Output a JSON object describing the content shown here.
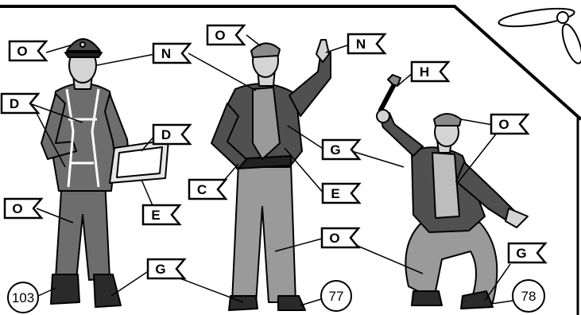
{
  "callouts": [
    {
      "id": "o-pilot-cap",
      "letter": "O"
    },
    {
      "id": "n-pilot",
      "letter": "N"
    },
    {
      "id": "d-pilot-harness",
      "letter": "D"
    },
    {
      "id": "d-clipboard",
      "letter": "D"
    },
    {
      "id": "o-pilot-suit",
      "letter": "O"
    },
    {
      "id": "e-clipboard",
      "letter": "E"
    },
    {
      "id": "g-pilot-boots",
      "letter": "G"
    },
    {
      "id": "o-mech-cap",
      "letter": "O"
    },
    {
      "id": "n-mech-hand",
      "letter": "N"
    },
    {
      "id": "g-mech-jacket",
      "letter": "G"
    },
    {
      "id": "c-mech-belt",
      "letter": "C"
    },
    {
      "id": "e-mech-shirt",
      "letter": "E"
    },
    {
      "id": "o-trousers",
      "letter": "O"
    },
    {
      "id": "h-wrench",
      "letter": "H"
    },
    {
      "id": "o-kneeler",
      "letter": "O"
    },
    {
      "id": "g-kneeler-boots",
      "letter": "G"
    }
  ],
  "figure_numbers": [
    "103",
    "77",
    "78"
  ]
}
